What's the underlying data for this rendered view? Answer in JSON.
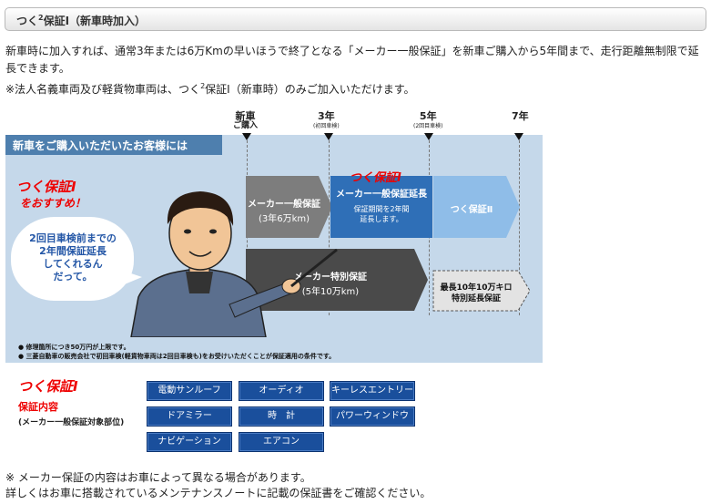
{
  "header": {
    "title_pre": "つく",
    "title_sup": "2",
    "title_post": "保証Ⅰ（新車時加入）"
  },
  "intro": {
    "line1": "新車時に加入すれば、通常3年または6万Kmの早いほうで終了となる「メーカー一般保証」を新車ご購入から5年間まで、走行距離無制限で延長できます。",
    "line2_pre": "※法人名義車両及び軽貨物車両は、つく",
    "line2_sup": "2",
    "line2_post": "保証Ⅰ（新車時）のみご加入いただけます。"
  },
  "diagram": {
    "panel_title": "新車をご購入いただいたお客様には",
    "timeline": [
      {
        "label": "新車",
        "sub": "ご購入",
        "note": ""
      },
      {
        "label": "3年",
        "sub": "",
        "note": "(初回車検)"
      },
      {
        "label": "5年",
        "sub": "",
        "note": "(2回目車検)"
      },
      {
        "label": "7年",
        "sub": "",
        "note": ""
      }
    ],
    "sticker_main": "つく保証Ⅰ",
    "sticker_sub": "をおすすめ！",
    "speech": [
      "2回目車検前までの",
      "2年間保証延長",
      "してくれるん",
      "だって。"
    ],
    "arrows": {
      "manufacturer_general": {
        "title": "メーカー一般保証",
        "detail": "(3年6万km)"
      },
      "extension_badge": "つく保証Ⅰ",
      "extension": {
        "title": "メーカー一般保証延長",
        "detail_line1": "保証期間を2年間",
        "detail_line2": "延長します。"
      },
      "tsuku2": "つく保証Ⅱ",
      "special": {
        "title": "メーカー特別保証",
        "detail": "(5年10万km)"
      },
      "special_ext": {
        "line1": "最長10年10万キロ",
        "line2": "特別延長保証"
      }
    },
    "notes": [
      "● 修理箇所につき50万円が上限です。",
      "● 三菱自動車の販売会社で初回車検(軽貨物車両は2回目車検も)をお受けいただくことが保証適用の条件です。"
    ]
  },
  "parts": {
    "heading": "つく保証Ⅰ",
    "subheading": "保証内容",
    "note": "(メーカー一般保証対象部位)",
    "buttons": [
      "電動サンルーフ",
      "オーディオ",
      "キーレスエントリー",
      "ドアミラー",
      "時　計",
      "パワーウィンドウ",
      "ナビゲーション",
      "エアコン"
    ]
  },
  "footer": {
    "line1": "※ メーカー保証の内容はお車によって異なる場合があります。",
    "line2": "詳しくはお車に搭載されているメンテナンスノートに記載の保証書をご確認ください。"
  }
}
